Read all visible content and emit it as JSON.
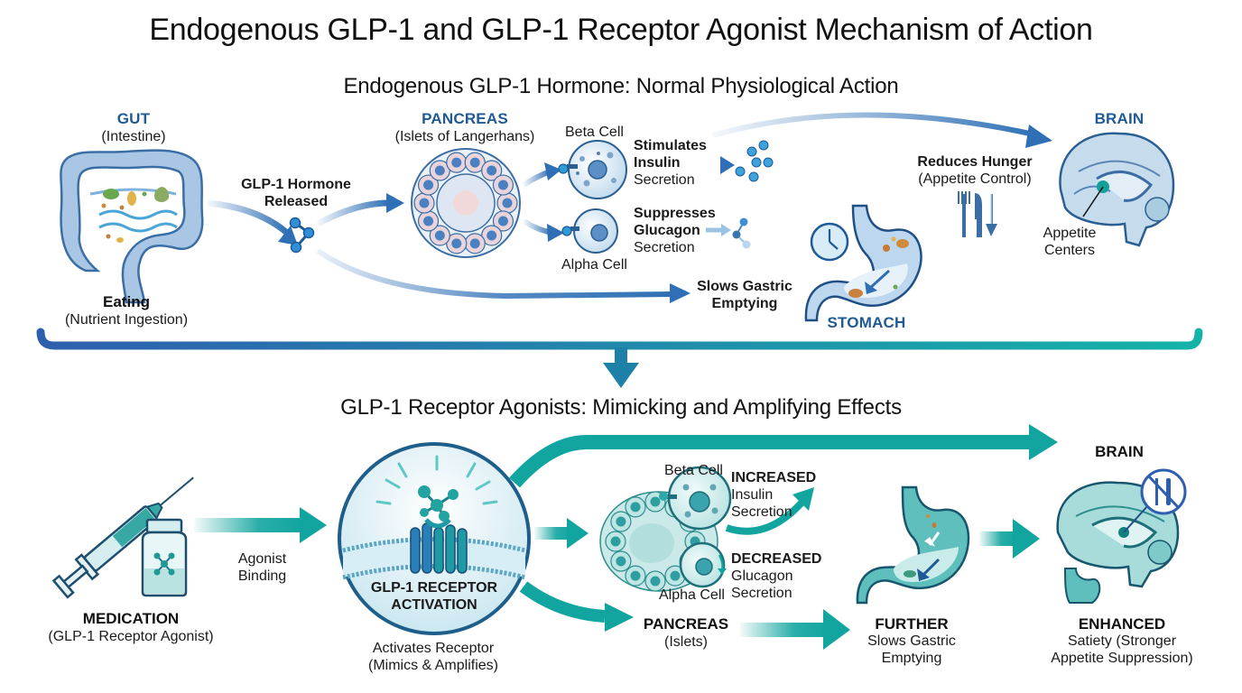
{
  "title": "Endogenous GLP-1 and GLP-1 Receptor Agonist Mechanism of Action",
  "colors": {
    "top_blue": "#2e6fb5",
    "top_blue_dark": "#1f5a96",
    "bottom_teal": "#12a59f",
    "bracket_start": "#2e5fae",
    "bracket_end": "#14b3a8"
  },
  "endogenous": {
    "heading": "Endogenous GLP-1 Hormone: Normal Physiological Action",
    "gut": {
      "label": "GUT",
      "sub": "(Intestine)",
      "icon": "intestine-icon"
    },
    "eating": {
      "label": "Eating",
      "sub": "(Nutrient Ingestion)"
    },
    "hormone": {
      "line1": "GLP-1 Hormone",
      "line2": "Released",
      "icon": "molecule-icon"
    },
    "pancreas": {
      "label": "PANCREAS",
      "sub": "(Islets of Langerhans)",
      "icon": "islet-icon"
    },
    "beta_cell": {
      "label": "Beta Cell",
      "icon": "beta-cell-icon"
    },
    "alpha_cell": {
      "label": "Alpha Cell",
      "icon": "alpha-cell-icon"
    },
    "insulin": {
      "line1": "Stimulates",
      "line2": "Insulin",
      "line3": "Secretion",
      "icon": "insulin-particles-icon"
    },
    "glucagon": {
      "line1": "Suppresses",
      "line2": "Glucagon",
      "line3": "Secretion",
      "icon": "glucagon-molecule-icon"
    },
    "gastric": {
      "line1": "Slows Gastric",
      "line2": "Emptying"
    },
    "stomach": {
      "label": "STOMACH",
      "icon": "stomach-icon",
      "clock_icon": "clock-icon"
    },
    "hunger": {
      "line1": "Reduces Hunger",
      "line2": "(Appetite Control)",
      "icon": "fork-knife-down-icon"
    },
    "brain": {
      "label": "BRAIN",
      "callout_line1": "Appetite",
      "callout_line2": "Centers",
      "icon": "brain-icon"
    }
  },
  "agonists": {
    "heading": "GLP-1 Receptor Agonists: Mimicking and Amplifying Effects",
    "medication": {
      "label": "MEDICATION",
      "sub": "(GLP-1 Receptor Agonist)",
      "syringe_icon": "syringe-icon",
      "vial_icon": "vial-icon"
    },
    "binding": {
      "line1": "Agonist",
      "line2": "Binding"
    },
    "receptor": {
      "line1": "GLP-1 RECEPTOR",
      "line2": "ACTIVATION",
      "caption1": "Activates Receptor",
      "caption2": "(Mimics & Amplifies)",
      "icon": "receptor-icon"
    },
    "beta_cell": {
      "label": "Beta Cell"
    },
    "alpha_cell": {
      "label": "Alpha Cell"
    },
    "insulin": {
      "line1": "INCREASED",
      "line2": "Insulin",
      "line3": "Secretion"
    },
    "glucagon": {
      "line1": "DECREASED",
      "line2": "Glucagon",
      "line3": "Secretion"
    },
    "pancreas": {
      "label": "PANCREAS",
      "sub": "(Islets)"
    },
    "stomach": {
      "line1": "FURTHER",
      "line2": "Slows Gastric",
      "line3": "Emptying",
      "icon": "stomach-icon"
    },
    "brain": {
      "label": "BRAIN",
      "line1": "ENHANCED",
      "line2": "Satiety (Stronger",
      "line3": "Appetite Suppression)",
      "icon": "brain-icon",
      "no_food_icon": "no-eating-icon"
    }
  }
}
